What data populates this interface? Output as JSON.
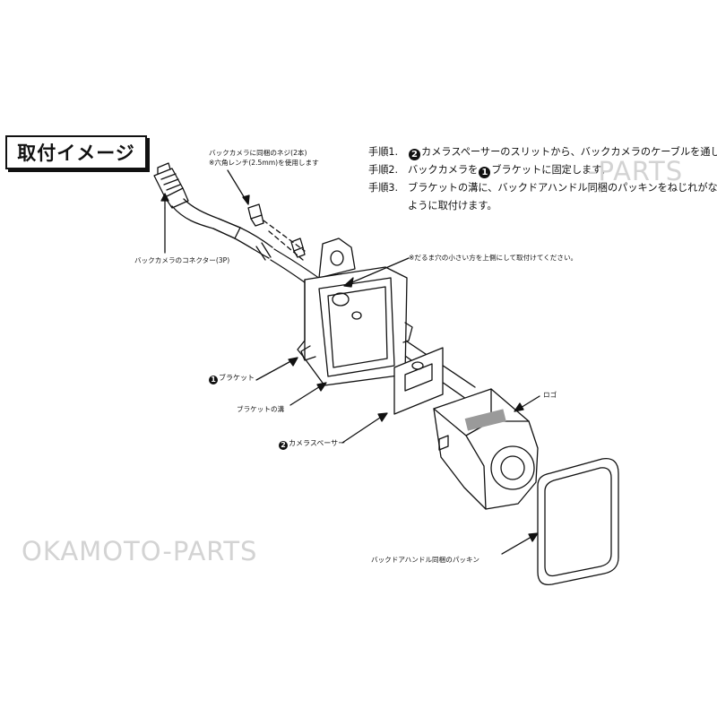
{
  "title": "取付イメージ",
  "steps": [
    {
      "num": "手順1.",
      "circle": "2",
      "text": "カメラスペーサーのスリットから、バックカメラのケーブルを通します。"
    },
    {
      "num": "手順2.",
      "pre": "バックカメラを",
      "circle": "1",
      "text": "ブラケットに固定します。"
    },
    {
      "num": "手順3.",
      "text": "ブラケットの溝に、バックドアハンドル同梱のパッキンをねじれがない"
    },
    {
      "text": "ように取付けます。"
    }
  ],
  "labels": {
    "screw_line1": "バックカメラに同梱のネジ(2本)",
    "screw_line2": "※六角レンチ(2.5mm)を使用します",
    "connector": "バックカメラのコネクター(3P)",
    "hole_note": "※だるま穴の小さい方を上側にして取付けてください。",
    "bracket_circle": "1",
    "bracket": "ブラケット",
    "groove": "ブラケットの溝",
    "spacer_circle": "2",
    "spacer": "カメラスペーサー",
    "logo": "ロゴ",
    "packing": "バックドアハンドル同梱のパッキン"
  },
  "watermarks": [
    "OKAMOTO-PARTS",
    "-PARTS"
  ],
  "colors": {
    "line": "#111111",
    "watermark": "#d3d3d3",
    "logo_fill": "#9a9a9a"
  }
}
